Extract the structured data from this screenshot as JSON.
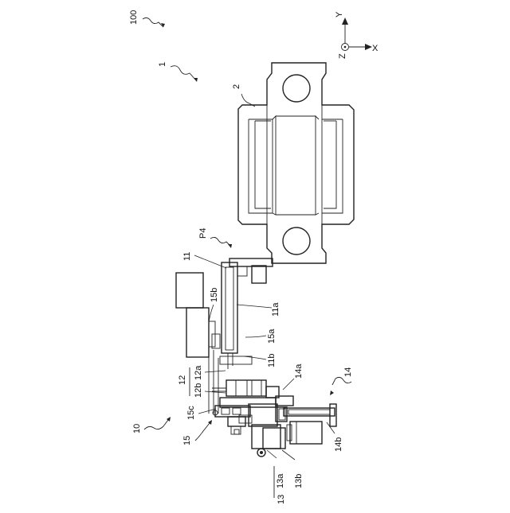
{
  "figure": {
    "labels": {
      "system": "100",
      "machine": "1",
      "workpiece": "2",
      "position": "P4",
      "unit_10": "10",
      "part_11": "11",
      "part_11a": "11a",
      "part_11b": "11b",
      "part_12": "12",
      "part_12a": "12a",
      "part_12b": "12b",
      "part_13": "13",
      "part_13a": "13a",
      "part_13b": "13b",
      "part_14": "14",
      "part_14a": "14a",
      "part_14b": "14b",
      "part_15": "15",
      "part_15a": "15a",
      "part_15b": "15b",
      "part_15c": "15c"
    },
    "axes": {
      "y": "Y",
      "x": "X",
      "z": "Z"
    }
  }
}
